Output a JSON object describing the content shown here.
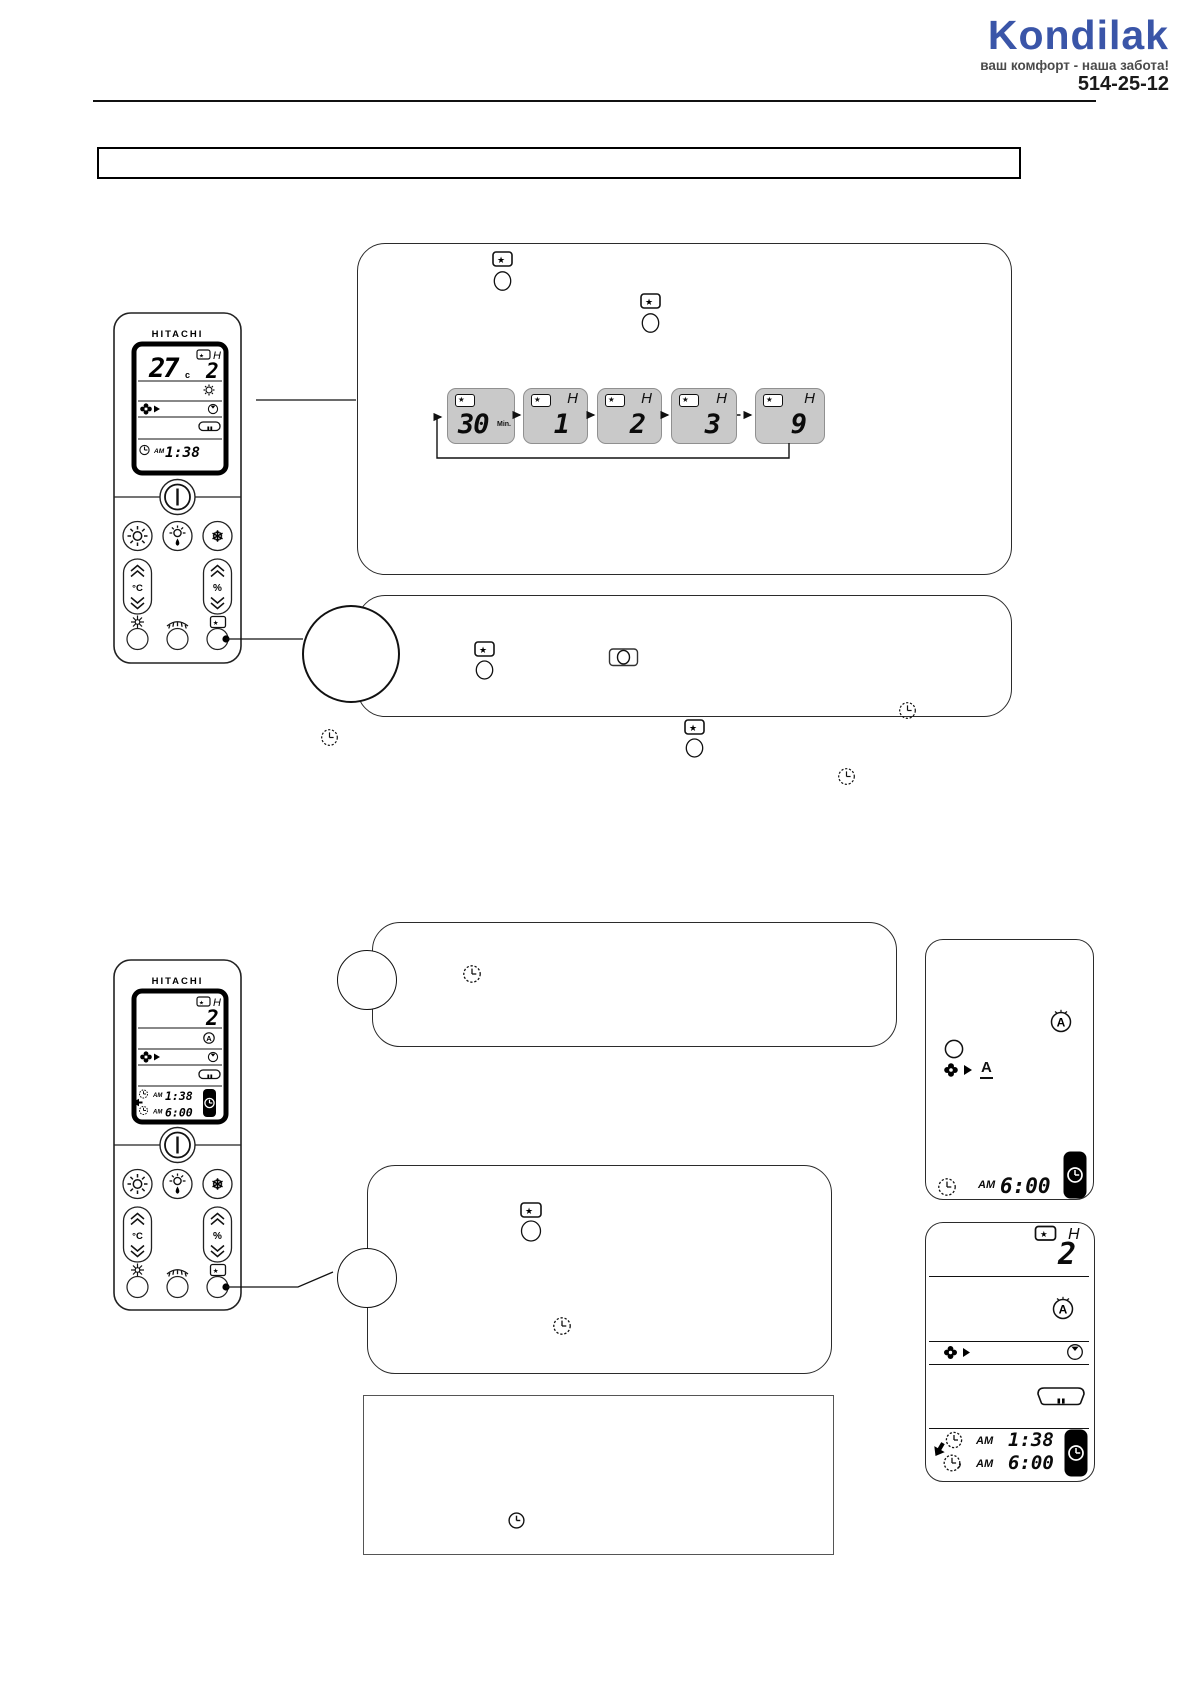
{
  "header": {
    "logo": "Kondilak",
    "tagline": "ваш комфорт - наша забота!",
    "phone": "514-25-12"
  },
  "title_bar": {
    "text": ""
  },
  "remote": {
    "brand": "HITACHI",
    "temp_rocker_label": "°C",
    "fan_rocker_label": "%",
    "lcd_hour_label": "H",
    "am_label": "AM"
  },
  "remote1_lcd": {
    "temp": "27",
    "temp_unit": "c",
    "sleep_hours": "2",
    "clock_time": "1:38"
  },
  "remote2_lcd": {
    "sleep_hours": "2",
    "on_time": "1:38",
    "off_time": "6:00"
  },
  "sleep_sequence": {
    "steps": [
      {
        "value": "30",
        "unit": "Min."
      },
      {
        "value": "1",
        "unit": "H"
      },
      {
        "value": "2",
        "unit": "H"
      },
      {
        "value": "3",
        "unit": "H"
      },
      {
        "value": "9",
        "unit": "H"
      }
    ]
  },
  "right_panel_fan": {
    "auto_label": "A",
    "off_period": "AM",
    "off_time": "6:00"
  },
  "right_panel_timer": {
    "hour_label": "H",
    "sleep_hours": "2",
    "on_period": "AM",
    "on_time": "1:38",
    "off_period": "AM",
    "off_time": "6:00"
  },
  "icons": {
    "star": "★",
    "snowflake": "❄",
    "auto_letter": "A"
  }
}
